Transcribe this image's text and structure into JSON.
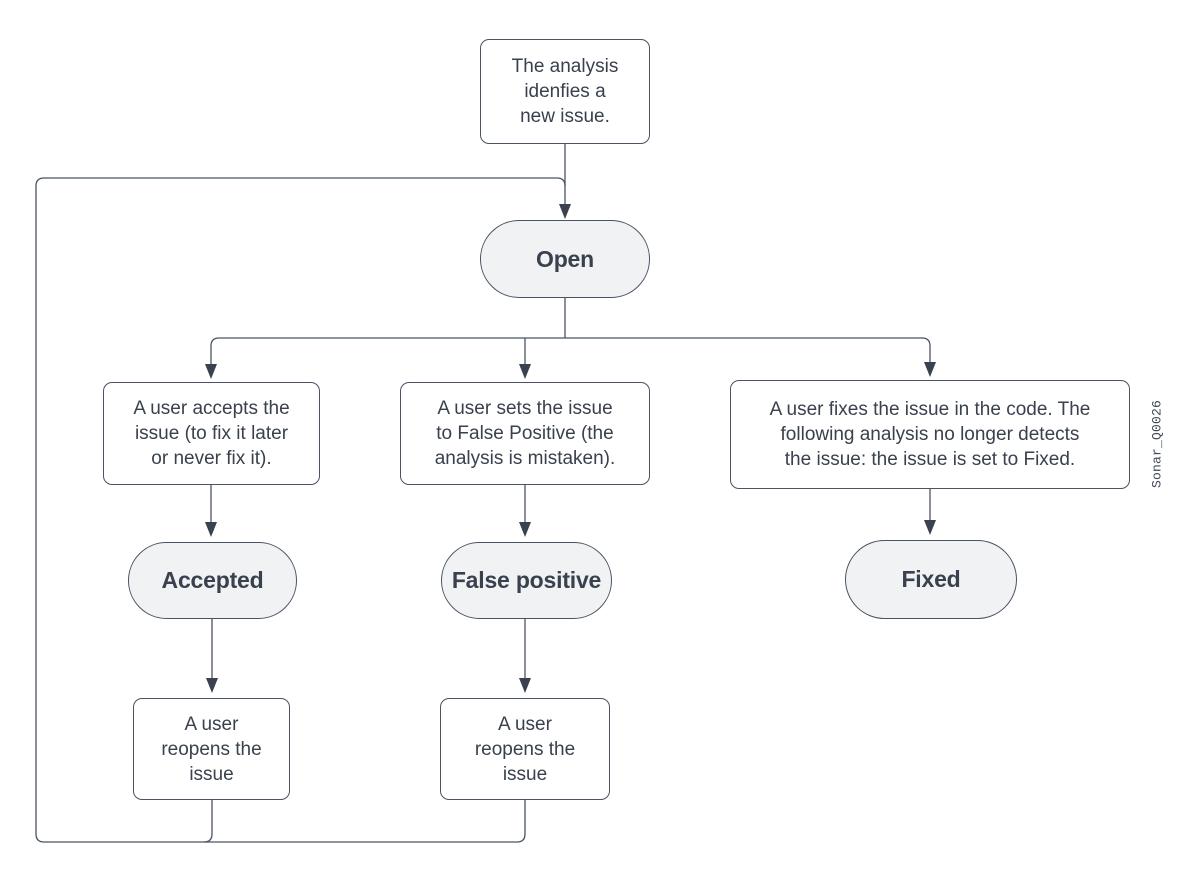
{
  "nodes": {
    "analysis": {
      "text": "The analysis\nidenfies a\nnew issue."
    },
    "open": {
      "label": "Open"
    },
    "accept_action": {
      "text": "A user accepts the\nissue (to fix it later\nor never fix it)."
    },
    "false_positive_action": {
      "text": "A user sets the issue\nto False Positive (the\nanalysis is mistaken)."
    },
    "fix_action": {
      "text": "A user fixes the issue in the code. The\nfollowing analysis no longer detects\nthe issue: the issue is set to Fixed."
    },
    "accepted": {
      "label": "Accepted"
    },
    "false_positive": {
      "label": "False positive"
    },
    "fixed": {
      "label": "Fixed"
    },
    "reopen_left": {
      "text": "A user\nreopens the\nissue"
    },
    "reopen_middle": {
      "text": "A user\nreopens the\nissue"
    }
  },
  "watermark": "Sonar_Q0026",
  "colors": {
    "line": "#4a5362",
    "arrowhead": "#3a424f",
    "text": "#39414d",
    "state_fill": "#f1f2f4",
    "process_fill": "#ffffff",
    "background": "#ffffff"
  }
}
